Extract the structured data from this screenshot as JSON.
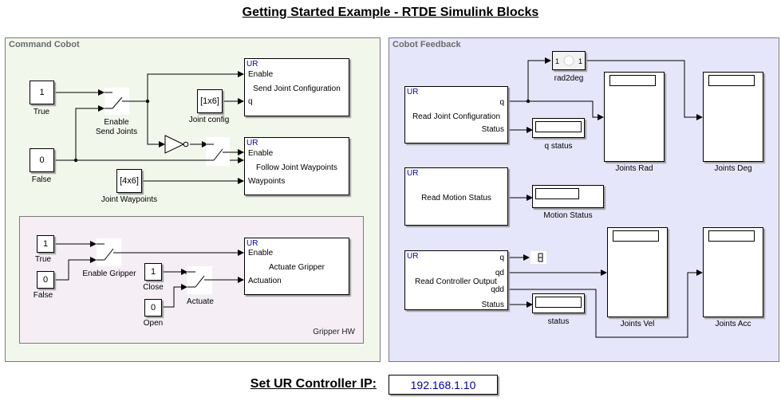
{
  "page": {
    "title": "Getting Started Example - RTDE Simulink Blocks"
  },
  "command_area": {
    "label": "Command Cobot",
    "send_true_value": "1",
    "send_true_label": "True",
    "send_false_value": "0",
    "send_false_label": "False",
    "enable_send_switch_label": "Enable\nSend Joints",
    "joint_config_value": "[1x6]",
    "joint_config_label": "Joint config",
    "joint_waypoints_value": "[4x6]",
    "joint_waypoints_label": "Joint Waypoints",
    "send_joint_block": {
      "tag": "UR",
      "port_enable": "Enable",
      "port_q": "q",
      "name": "Send Joint Configuration"
    },
    "follow_block": {
      "tag": "UR",
      "port_enable": "Enable",
      "port_waypoints": "Waypoints",
      "name": "Follow Joint Waypoints"
    }
  },
  "gripper_area": {
    "label": "Gripper HW",
    "true_value": "1",
    "true_label": "True",
    "false_value": "0",
    "false_label": "False",
    "enable_switch_label": "Enable Gripper",
    "close_value": "1",
    "close_label": "Close",
    "open_value": "0",
    "open_label": "Open",
    "actuate_switch_label": "Actuate",
    "gripper_block": {
      "tag": "UR",
      "port_enable": "Enable",
      "port_actuation": "Actuation",
      "name": "Actuate Gripper"
    }
  },
  "feedback_area": {
    "label": "Cobot Feedback",
    "read_joint_block": {
      "tag": "UR",
      "port_q": "q",
      "port_status": "Status",
      "name": "Read Joint Configuration"
    },
    "rad2deg_label": "rad2deg",
    "q_status_label": "q status",
    "joints_rad_label": "Joints Rad",
    "joints_deg_label": "Joints Deg",
    "motion_block": {
      "tag": "UR",
      "name": "Read Motion Status"
    },
    "motion_status_label": "Motion Status",
    "controller_block": {
      "tag": "UR",
      "port_q": "q",
      "port_qd": "qd",
      "port_qdd": "qdd",
      "port_status": "Status",
      "name": "Read Controller Output"
    },
    "status_label": "status",
    "joints_vel_label": "Joints Vel",
    "joints_acc_label": "Joints Acc"
  },
  "controller_ip": {
    "label": "Set UR Controller IP:",
    "value": "192.168.1.10"
  }
}
